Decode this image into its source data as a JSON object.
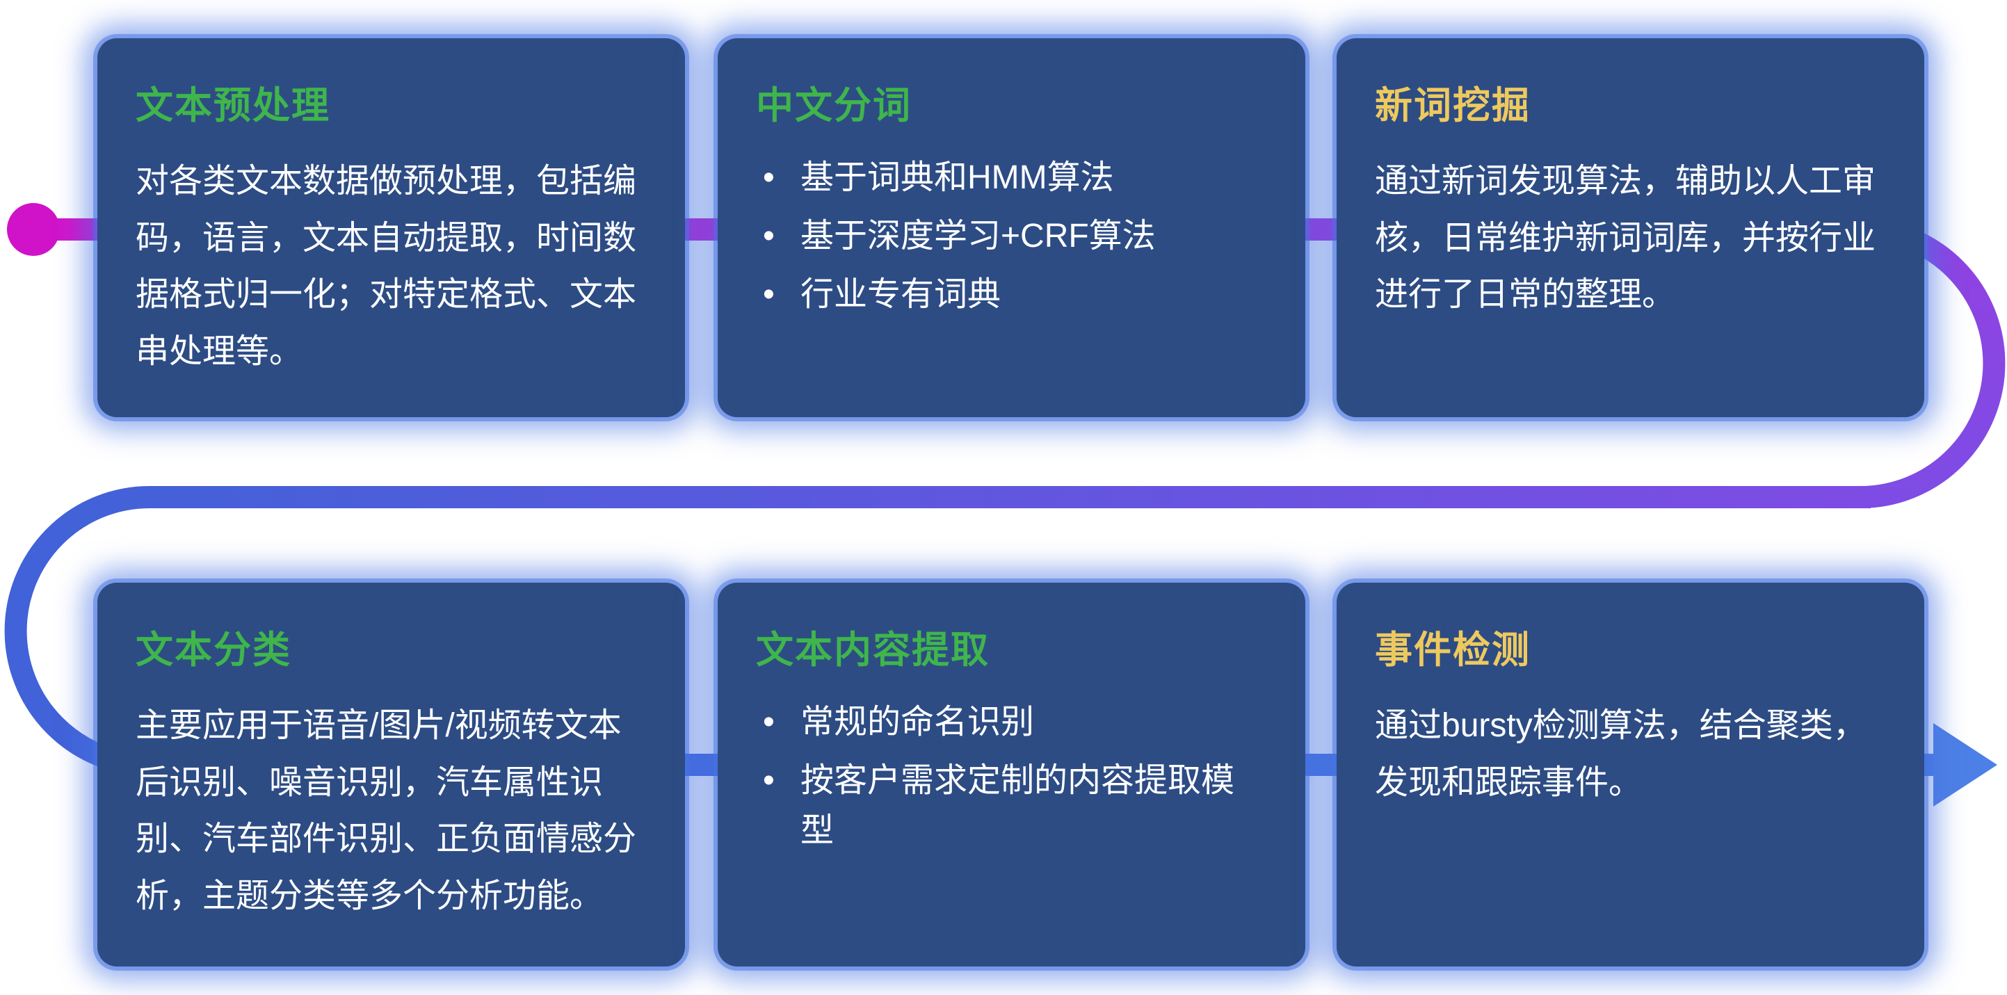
{
  "palette": {
    "background": "#ffffff",
    "card_bg": "#2d4c84",
    "card_glow": "#4673e2",
    "title_green": "#3fb54c",
    "title_yellow": "#eec95e",
    "body_text": "#ffffff",
    "flow_start_magenta": "#d013c9",
    "flow_purple": "#7e4ce4",
    "flow_blue": "#4162d8",
    "flow_arrow_blue": "#4d80e6"
  },
  "cards": [
    {
      "title": "文本预处理",
      "body": "对各类文本数据做预处理，包括编码，语言，文本自动提取，时间数据格式归一化；对特定格式、文本串处理等。",
      "bullets": []
    },
    {
      "title": "中文分词",
      "body": "",
      "bullets": [
        "基于词典和HMM算法",
        "基于深度学习+CRF算法",
        "行业专有词典"
      ]
    },
    {
      "title": "新词挖掘",
      "body": "通过新词发现算法，辅助以人工审核，日常维护新词词库，并按行业进行了日常的整理。",
      "bullets": []
    },
    {
      "title": "文本分类",
      "body": "主要应用于语音/图片/视频转文本后识别、噪音识别，汽车属性识别、汽车部件识别、正负面情感分析，主题分类等多个分析功能。",
      "bullets": []
    },
    {
      "title": "文本内容提取",
      "body": "",
      "bullets": [
        "常规的命名识别",
        "按客户需求定制的内容提取模型"
      ]
    },
    {
      "title": "事件检测",
      "body": "通过bursty检测算法，结合聚类，发现和跟踪事件。",
      "bullets": []
    }
  ]
}
